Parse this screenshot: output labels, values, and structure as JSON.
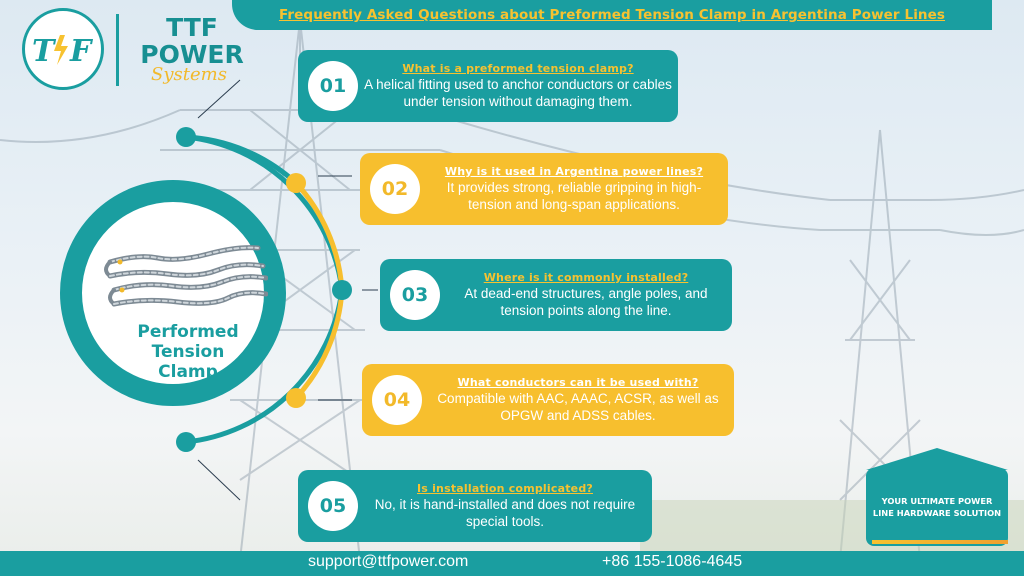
{
  "banner": {
    "title": "Frequently Asked Questions about Preformed Tension Clamp in Argentina Power Lines"
  },
  "brand": {
    "logo_mark": "TTF",
    "name_line1": "TTF",
    "name_line2": "POWER",
    "script": "Systems"
  },
  "center": {
    "label_line1": "Performed",
    "label_line2": "Tension",
    "label_line3": "Clamp"
  },
  "faqs": [
    {
      "num": "01",
      "question": "What is a preformed tension clamp?",
      "answer": "A helical fitting used to anchor conductors or cables under tension without damaging them."
    },
    {
      "num": "02",
      "question": "Why is it used in Argentina power lines?",
      "answer": "It provides strong, reliable gripping in high-tension and long-span applications."
    },
    {
      "num": "03",
      "question": "Where is it commonly installed?",
      "answer": "At dead-end structures, angle poles, and tension points along the line."
    },
    {
      "num": "04",
      "question": "What conductors can it be used with?",
      "answer": "Compatible with AAC, AAAC, ACSR, as well as OPGW and ADSS cables."
    },
    {
      "num": "05",
      "question": "Is installation complicated?",
      "answer": "No, it is hand-installed and does not require special tools."
    }
  ],
  "contact": {
    "email": "support@ttfpower.com",
    "phone": "+86 155-1086-4645"
  },
  "slogan": {
    "text": "YOUR ULTIMATE POWER LINE HARDWARE SOLUTION"
  },
  "colors": {
    "teal": "#1a9ea0",
    "yellow": "#f7bf2e",
    "white": "#ffffff"
  }
}
